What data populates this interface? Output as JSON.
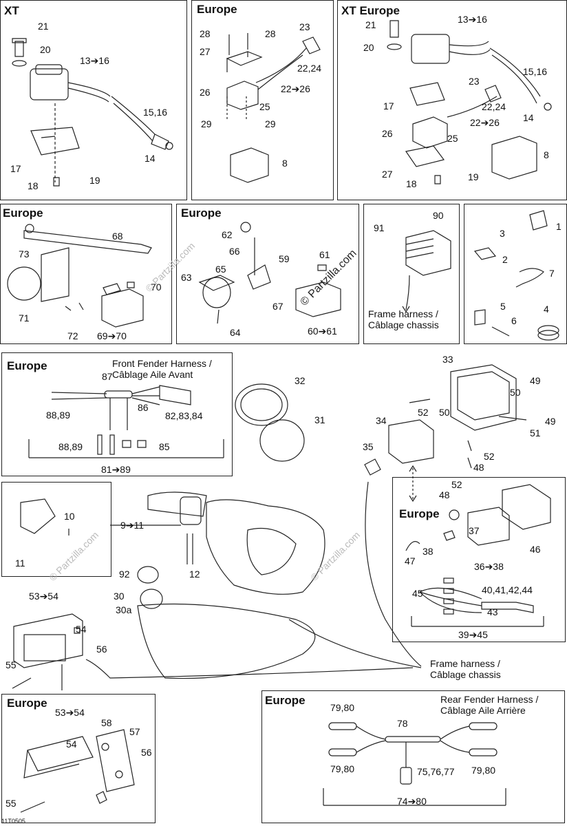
{
  "panels": {
    "xt": {
      "title": "XT"
    },
    "europe_a": {
      "title": "Europe"
    },
    "xt_europe": {
      "title": "XT Europe"
    },
    "europe_b": {
      "title": "Europe"
    },
    "europe_c": {
      "title": "Europe"
    },
    "front_fender": {
      "title": "Europe",
      "caption": "Front Fender Harness / Câblage Aile Avant"
    },
    "europe_light": {
      "title": "Europe"
    },
    "europe_rear": {
      "title": "Europe"
    },
    "rear_fender": {
      "title": "Europe",
      "caption": "Rear Fender Harness / Câblage Aile Arrière"
    }
  },
  "labels": {
    "xt": [
      "21",
      "20",
      "13➔16",
      "15,16",
      "14",
      "17",
      "18",
      "19"
    ],
    "europe_a": [
      "28",
      "28",
      "27",
      "23",
      "22,24",
      "22➔26",
      "26",
      "25",
      "29",
      "29",
      "8"
    ],
    "xt_europe": [
      "21",
      "13➔16",
      "20",
      "15,16",
      "23",
      "17",
      "22,24",
      "14",
      "22➔26",
      "26",
      "25",
      "27",
      "8",
      "18",
      "19"
    ],
    "europe_b": [
      "68",
      "73",
      "70",
      "71",
      "72",
      "69➔70"
    ],
    "europe_c": [
      "62",
      "66",
      "59",
      "61",
      "65",
      "63",
      "67",
      "64",
      "60➔61"
    ],
    "regulator": [
      "90",
      "91"
    ],
    "clips": [
      "1",
      "3",
      "2",
      "7",
      "5",
      "6",
      "4"
    ],
    "front_fender": [
      "87",
      "86",
      "88,89",
      "82,83,84",
      "88,89",
      "85",
      "81➔89"
    ],
    "main": [
      "32",
      "31",
      "33",
      "49",
      "50",
      "52",
      "50",
      "51",
      "49",
      "34",
      "35",
      "52",
      "48",
      "52",
      "48",
      "9➔11",
      "12",
      "92",
      "30",
      "30a",
      "53➔54",
      "54",
      "56",
      "55",
      "10",
      "11"
    ],
    "europe_light": [
      "37",
      "38",
      "46",
      "47",
      "36➔38",
      "45",
      "40,41,42,44",
      "43",
      "39➔45"
    ],
    "europe_rear": [
      "53➔54",
      "58",
      "57",
      "54",
      "56",
      "55"
    ],
    "rear_fender": [
      "79,80",
      "78",
      "79,80",
      "75,76,77",
      "79,80",
      "74➔80"
    ]
  },
  "notes": {
    "frame_harness_1": "Frame harness /",
    "frame_harness_1b": "Câblage chassis",
    "frame_harness_2": "Frame harness /",
    "frame_harness_2b": "Câblage chassis"
  },
  "watermark": "© Partzilla.com",
  "footer_code": "11T0505"
}
